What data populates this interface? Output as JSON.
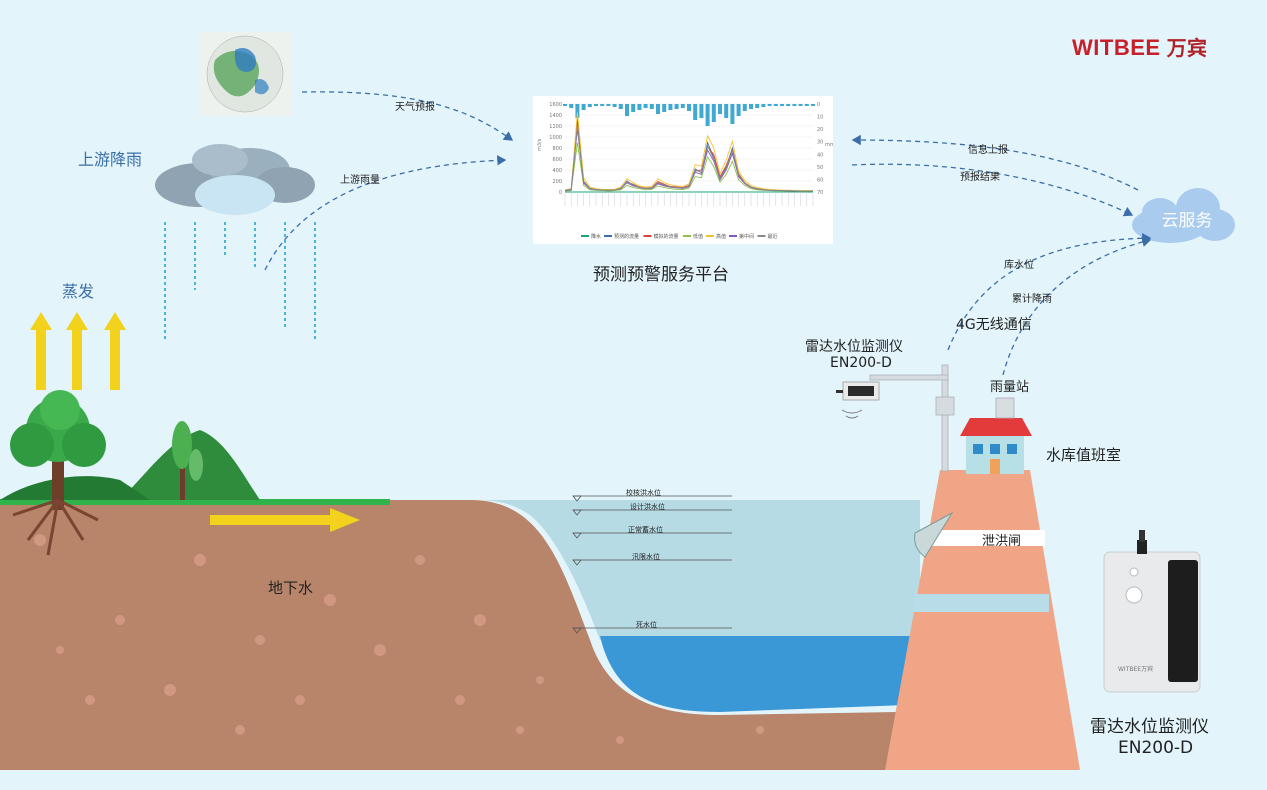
{
  "logo": {
    "brand": "WITBEE",
    "cn": "万宾"
  },
  "weather": {
    "upstream_rain": "上游降雨",
    "evaporation": "蒸发",
    "groundwater": "地下水"
  },
  "flows": {
    "forecast": "天气预报",
    "rain_amount": "上游雨量",
    "info_report": "信息上报",
    "forecast_result": "预报结果",
    "reservoir_level": "库水位",
    "cum_rain": "累计降雨",
    "wireless": "4G无线通信"
  },
  "platform": {
    "title": "预测预警服务平台"
  },
  "cloud": {
    "label": "云服务"
  },
  "station": {
    "radar_name": "雷达水位监测仪",
    "radar_model": "EN200-D",
    "rain_station": "雨量站",
    "duty_room": "水库值班室",
    "spillway": "泄洪闸"
  },
  "water_levels": [
    "校核洪水位",
    "设计洪水位",
    "正常蓄水位",
    "汛限水位",
    "死水位"
  ],
  "device": {
    "name": "雷达水位监测仪",
    "model": "EN200-D",
    "badge": "WITBEE万宾"
  },
  "chart_data": {
    "type": "line",
    "x": [
      0,
      1,
      2,
      3,
      4,
      5,
      6,
      7,
      8,
      9,
      10,
      11,
      12,
      13,
      14,
      15,
      16,
      17,
      18,
      19,
      20,
      21,
      22,
      23,
      24,
      25,
      26,
      27,
      28,
      29,
      30,
      31,
      32,
      33,
      34,
      35,
      36,
      37,
      38,
      39,
      40
    ],
    "ylim": [
      0,
      1600
    ],
    "yticks": [
      "1600",
      "1400",
      "1200",
      "1000",
      "800",
      "600",
      "400",
      "200",
      "0"
    ],
    "ylabel": "m3/s",
    "y2label": "mm",
    "y2ticks": [
      "0",
      "10",
      "20",
      "30",
      "40",
      "50",
      "60",
      "70"
    ],
    "series": [
      {
        "name": "降水",
        "color": "#1aa37a",
        "values": [
          0,
          0,
          0,
          0,
          0,
          0,
          0,
          0,
          0,
          0,
          0,
          0,
          0,
          0,
          0,
          0,
          0,
          0,
          0,
          0,
          0,
          0,
          0,
          0,
          0,
          0,
          0,
          0,
          0,
          0,
          0,
          0,
          0,
          0,
          0,
          0,
          0,
          0,
          0,
          0,
          0
        ]
      },
      {
        "name": "预测的流量",
        "color": "#3c6fb0",
        "values": [
          30,
          40,
          1350,
          180,
          60,
          40,
          35,
          30,
          30,
          60,
          200,
          120,
          80,
          60,
          70,
          160,
          120,
          90,
          80,
          70,
          100,
          420,
          350,
          900,
          620,
          250,
          450,
          800,
          300,
          160,
          90,
          60,
          40,
          30,
          30,
          25,
          25,
          20,
          20,
          20,
          20
        ]
      },
      {
        "name": "模拟的流量",
        "color": "#d9423a",
        "values": [
          30,
          40,
          1250,
          200,
          70,
          45,
          40,
          35,
          40,
          70,
          180,
          140,
          90,
          70,
          80,
          190,
          140,
          100,
          90,
          80,
          120,
          380,
          400,
          820,
          680,
          280,
          480,
          760,
          330,
          170,
          90,
          60,
          45,
          35,
          30,
          28,
          25,
          22,
          20,
          20,
          20
        ]
      },
      {
        "name": "低值",
        "color": "#8bc34a",
        "values": [
          20,
          25,
          900,
          120,
          40,
          30,
          25,
          20,
          25,
          40,
          120,
          80,
          60,
          40,
          50,
          110,
          80,
          60,
          50,
          45,
          70,
          280,
          260,
          640,
          460,
          180,
          320,
          560,
          220,
          120,
          60,
          40,
          30,
          25,
          22,
          20,
          18,
          16,
          15,
          15,
          15
        ]
      },
      {
        "name": "高值",
        "color": "#f2c230",
        "values": [
          40,
          60,
          1450,
          260,
          90,
          60,
          50,
          45,
          50,
          90,
          240,
          170,
          110,
          90,
          100,
          240,
          170,
          130,
          110,
          100,
          150,
          500,
          470,
          1020,
          800,
          330,
          580,
          920,
          380,
          210,
          120,
          80,
          60,
          45,
          40,
          35,
          32,
          28,
          25,
          25,
          25
        ]
      },
      {
        "name": "第中间",
        "color": "#7c5cc4",
        "values": [
          25,
          35,
          1150,
          160,
          60,
          40,
          35,
          30,
          35,
          60,
          170,
          110,
          80,
          60,
          65,
          150,
          110,
          85,
          75,
          65,
          95,
          360,
          320,
          760,
          560,
          220,
          400,
          700,
          280,
          150,
          80,
          55,
          40,
          30,
          28,
          25,
          22,
          20,
          18,
          18,
          18
        ]
      },
      {
        "name": "最近",
        "color": "#8a8a8a",
        "values": [
          30,
          45,
          1200,
          190,
          65,
          45,
          38,
          32,
          36,
          65,
          190,
          125,
          85,
          65,
          72,
          170,
          125,
          92,
          82,
          72,
          105,
          400,
          360,
          840,
          600,
          240,
          430,
          760,
          310,
          160,
          85,
          58,
          42,
          32,
          30,
          26,
          24,
          21,
          19,
          19,
          19
        ]
      }
    ]
  }
}
